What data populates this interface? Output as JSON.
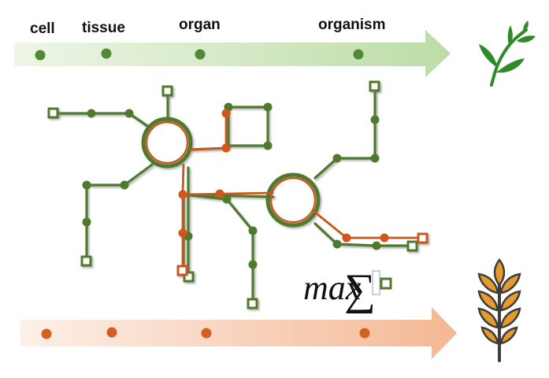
{
  "scale_labels": [
    "cell",
    "tissue",
    "organ",
    "organism"
  ],
  "formula": {
    "text": "max",
    "symbol": "∑"
  },
  "colors": {
    "green": "#4f7a2e",
    "green_light": "#c6e0b2",
    "orange": "#c9561c",
    "orange_light": "#f6c2a2",
    "wheat": "#e49b2c",
    "sprout": "#2f8a2a"
  },
  "icons": [
    "sprout-icon",
    "wheat-icon"
  ]
}
